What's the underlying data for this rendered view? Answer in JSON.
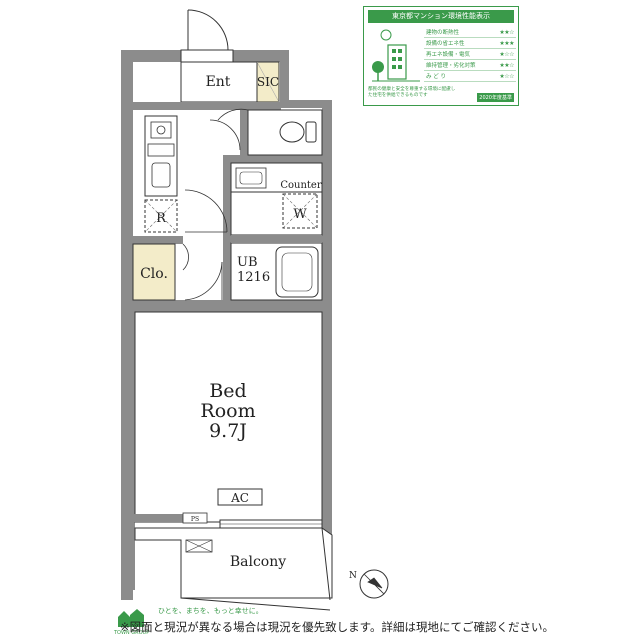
{
  "rooms": {
    "entrance": "Ent",
    "shoe_closet": "SIC",
    "refrigerator": "R",
    "counter": "Counter",
    "washer": "W",
    "closet": "Clo.",
    "unit_bath_line1": "UB",
    "unit_bath_line2": "1216",
    "bedroom_line1": "Bed",
    "bedroom_line2": "Room",
    "bedroom_line3": "9.7J",
    "air_conditioner": "AC",
    "pipe_space": "PS",
    "balcony": "Balcony"
  },
  "compass": {
    "north": "N"
  },
  "eco_badge": {
    "title": "東京都マンション環境性能表示",
    "rows": [
      {
        "label": "建物の断熱性",
        "stars": "★★☆"
      },
      {
        "label": "設備の省エネ性",
        "stars": "★★★"
      },
      {
        "label": "再エネ設備・電気",
        "stars": "★☆☆"
      },
      {
        "label": "維持管理・劣化対策",
        "stars": "★★☆"
      },
      {
        "label": "み ど り",
        "stars": "★☆☆"
      }
    ],
    "footnote": "都民の健康と安全を尊重する環境に配慮した住宅を供給できるものです",
    "year": "2020年度基準"
  },
  "company": {
    "slogan": "ひとを、まちを、もっと幸せに。",
    "group": "TOWN GROUP"
  },
  "notice": "※図面と現況が異なる場合は現況を優先致します。詳細は現地にてご確認ください。",
  "colors": {
    "wall": "#8c8c8c",
    "closet_fill": "#f3ecc9",
    "badge_green": "#3a9a4a"
  }
}
